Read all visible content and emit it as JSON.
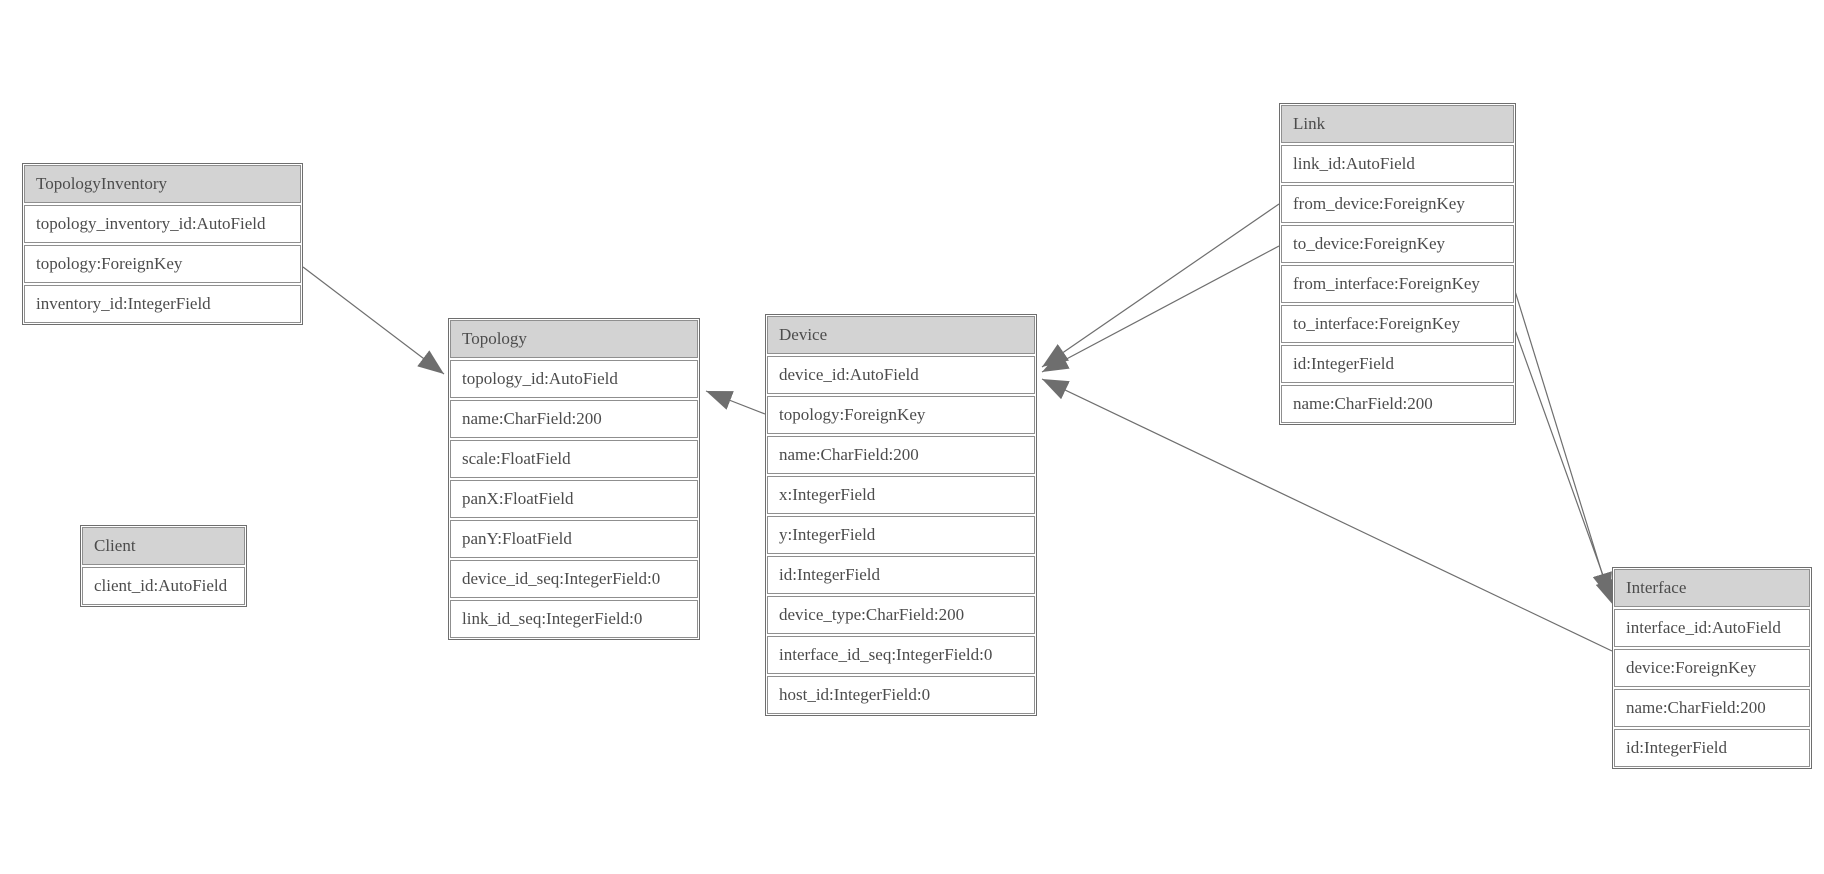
{
  "diagram": {
    "type": "entity-relationship-model-graph",
    "background": "#ffffff",
    "colors": {
      "header_fill": "#d3d3d3",
      "row_fill": "#ffffff",
      "border": "#6e6e6e",
      "cell_border": "#8f8f8f",
      "text": "#4c4c4c",
      "edge": "#6e6e6e",
      "arrowhead_fill": "#6e6e6e"
    }
  },
  "tables": {
    "topology_inventory": {
      "title": "TopologyInventory",
      "fields": [
        "topology_inventory_id:AutoField",
        "topology:ForeignKey",
        "inventory_id:IntegerField"
      ]
    },
    "topology": {
      "title": "Topology",
      "fields": [
        "topology_id:AutoField",
        "name:CharField:200",
        "scale:FloatField",
        "panX:FloatField",
        "panY:FloatField",
        "device_id_seq:IntegerField:0",
        "link_id_seq:IntegerField:0"
      ]
    },
    "client": {
      "title": "Client",
      "fields": [
        "client_id:AutoField"
      ]
    },
    "device": {
      "title": "Device",
      "fields": [
        "device_id:AutoField",
        "topology:ForeignKey",
        "name:CharField:200",
        "x:IntegerField",
        "y:IntegerField",
        "id:IntegerField",
        "device_type:CharField:200",
        "interface_id_seq:IntegerField:0",
        "host_id:IntegerField:0"
      ]
    },
    "link": {
      "title": "Link",
      "fields": [
        "link_id:AutoField",
        "from_device:ForeignKey",
        "to_device:ForeignKey",
        "from_interface:ForeignKey",
        "to_interface:ForeignKey",
        "id:IntegerField",
        "name:CharField:200"
      ]
    },
    "interface": {
      "title": "Interface",
      "fields": [
        "interface_id:AutoField",
        "device:ForeignKey",
        "name:CharField:200",
        "id:IntegerField"
      ]
    }
  },
  "relationships": [
    {
      "from_table": "TopologyInventory",
      "from_field": "topology:ForeignKey",
      "to_table": "Topology"
    },
    {
      "from_table": "Device",
      "from_field": "topology:ForeignKey",
      "to_table": "Topology"
    },
    {
      "from_table": "Link",
      "from_field": "from_device:ForeignKey",
      "to_table": "Device"
    },
    {
      "from_table": "Link",
      "from_field": "to_device:ForeignKey",
      "to_table": "Device"
    },
    {
      "from_table": "Interface",
      "from_field": "device:ForeignKey",
      "to_table": "Device"
    },
    {
      "from_table": "Link",
      "from_field": "from_interface:ForeignKey",
      "to_table": "Interface"
    },
    {
      "from_table": "Link",
      "from_field": "to_interface:ForeignKey",
      "to_table": "Interface"
    }
  ]
}
